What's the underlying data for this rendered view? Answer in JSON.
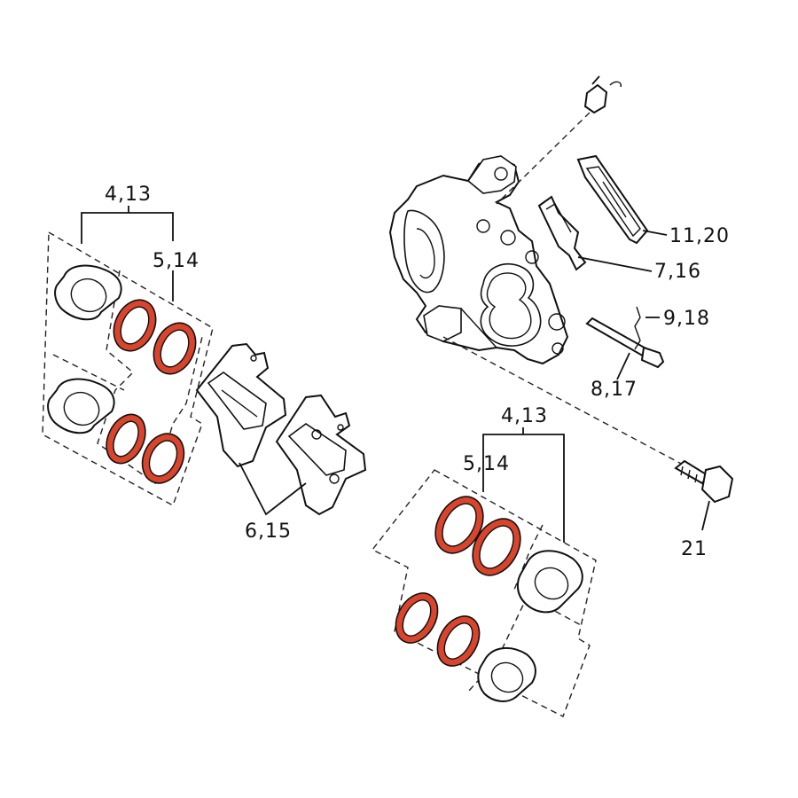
{
  "colors": {
    "seal": "#d8442c",
    "line": "#111111",
    "background": "#ffffff"
  },
  "labels": {
    "left_piston": "4,13",
    "left_seal": "5,14",
    "pads": "6,15",
    "clip": "7,16",
    "pin": "8,17",
    "spring_clip": "9,18",
    "shim": "11,20",
    "bolt": "21",
    "right_piston": "4,13",
    "right_seal": "5,14"
  }
}
